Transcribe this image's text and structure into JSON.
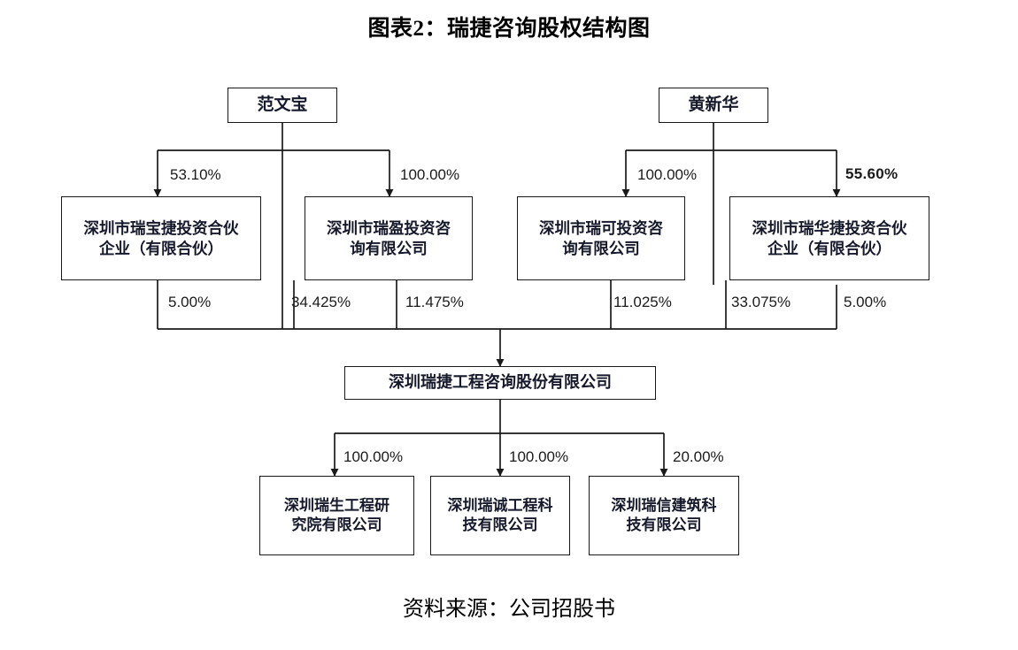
{
  "title": "图表2：瑞捷咨询股权结构图",
  "source": "资料来源：公司招股书",
  "diagram": {
    "type": "equity-structure-org-chart",
    "persons": [
      {
        "id": "person-left",
        "label": "范文宝"
      },
      {
        "id": "person-right",
        "label": "黄新华"
      }
    ],
    "holders": [
      {
        "id": "holder-1",
        "label": "深圳市瑞宝捷投资合伙\n企业（有限合伙）"
      },
      {
        "id": "holder-2",
        "label": "深圳市瑞盈投资咨\n询有限公司"
      },
      {
        "id": "holder-3",
        "label": "深圳市瑞可投资咨\n询有限公司"
      },
      {
        "id": "holder-4",
        "label": "深圳市瑞华捷投资合伙\n企业（有限合伙）"
      }
    ],
    "core": {
      "id": "core-company",
      "label": "深圳瑞捷工程咨询股份有限公司"
    },
    "subsidiaries": [
      {
        "id": "subsidiary-1",
        "label": "深圳瑞生工程研\n究院有限公司"
      },
      {
        "id": "subsidiary-2",
        "label": "深圳瑞诚工程科\n技有限公司"
      },
      {
        "id": "subsidiary-3",
        "label": "深圳瑞信建筑科\n技有限公司"
      }
    ],
    "edges_person_to_holder": [
      {
        "id": "edge-p1-h1",
        "from": "person-left",
        "to": "holder-1",
        "percent": "53.10%",
        "bold": false
      },
      {
        "id": "edge-p1-h2",
        "from": "person-left",
        "to": "holder-2",
        "percent": "100.00%",
        "bold": false
      },
      {
        "id": "edge-p2-h3",
        "from": "person-right",
        "to": "holder-3",
        "percent": "100.00%",
        "bold": false
      },
      {
        "id": "edge-p2-h4",
        "from": "person-right",
        "to": "holder-4",
        "percent": "55.60%",
        "bold": true
      }
    ],
    "edges_to_core": [
      {
        "id": "edge-p1-core",
        "from": "person-left",
        "to": "core-company",
        "percent": "5.00%",
        "bold": false
      },
      {
        "id": "edge-h1-core",
        "from": "holder-1",
        "to": "core-company",
        "percent": "34.425%",
        "bold": false
      },
      {
        "id": "edge-h2-core",
        "from": "holder-2",
        "to": "core-company",
        "percent": "11.475%",
        "bold": false
      },
      {
        "id": "edge-h3-core",
        "from": "holder-3",
        "to": "core-company",
        "percent": "11.025%",
        "bold": false
      },
      {
        "id": "edge-h4-core",
        "from": "holder-4",
        "to": "core-company",
        "percent": "33.075%",
        "bold": false
      },
      {
        "id": "edge-p2-core",
        "from": "person-right",
        "to": "core-company",
        "percent": "5.00%",
        "bold": false
      }
    ],
    "edges_core_to_subsidiary": [
      {
        "id": "edge-core-s1",
        "from": "core-company",
        "to": "subsidiary-1",
        "percent": "100.00%",
        "bold": false
      },
      {
        "id": "edge-core-s2",
        "from": "core-company",
        "to": "subsidiary-2",
        "percent": "100.00%",
        "bold": false
      },
      {
        "id": "edge-core-s3",
        "from": "core-company",
        "to": "subsidiary-3",
        "percent": "20.00%",
        "bold": false
      }
    ]
  }
}
